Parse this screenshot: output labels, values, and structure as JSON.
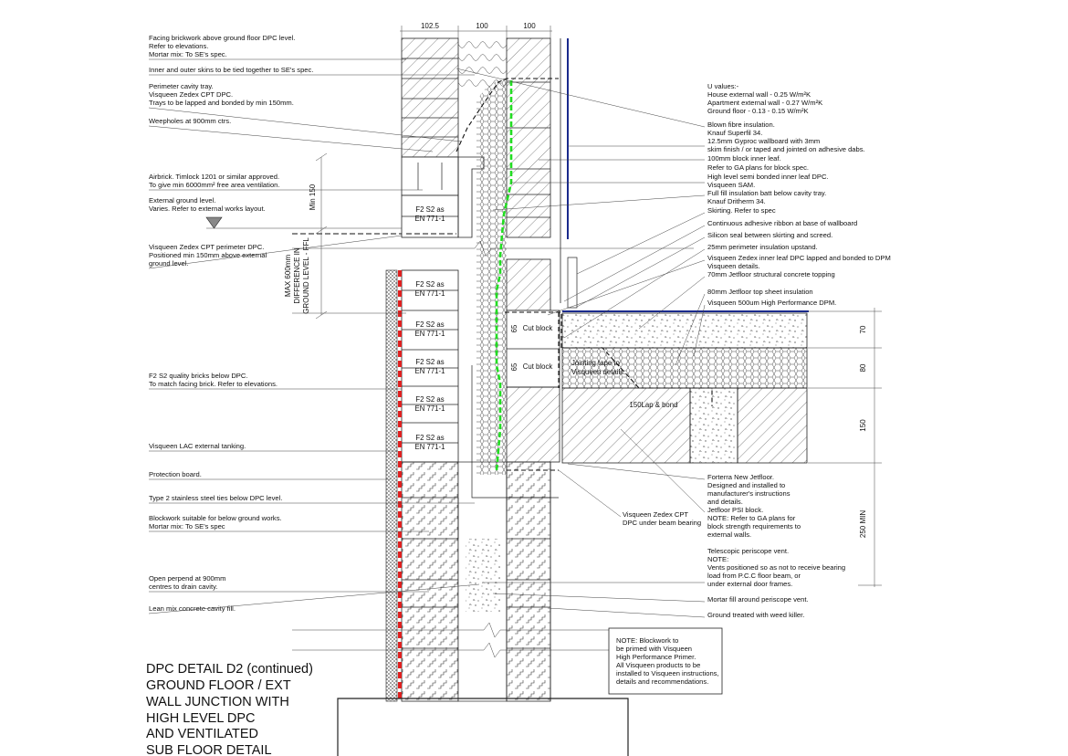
{
  "dimensions": {
    "top": [
      "102.5",
      "100",
      "100"
    ],
    "right": [
      "70",
      "80",
      "150",
      "250 MIN"
    ],
    "min150": "Min 150",
    "max600": [
      "MAX 600mm",
      "DIFFERENCE IN",
      "GROUND LEVEL - FFL"
    ]
  },
  "left_notes": [
    [
      "Facing brickwork above ground floor DPC level.",
      "Refer to elevations.",
      "Mortar mix: To SE's spec."
    ],
    [
      "Inner and outer skins to be tied together to SE's spec."
    ],
    [
      "Perimeter cavity tray.",
      "Visqueen Zedex CPT DPC.",
      "Trays to be lapped and bonded by min 150mm."
    ],
    [
      "Weepholes at 900mm ctrs."
    ],
    [
      "Airbrick. Timlock 1201 or similar approved.",
      "To give min 6000mm² free area ventilation."
    ],
    [
      "External ground level.",
      "Varies. Refer to external works layout."
    ],
    [
      "Visqueen Zedex CPT perimeter DPC.",
      "Positioned min 150mm above external",
      "ground level."
    ],
    [
      "F2 S2 quality bricks below DPC.",
      "To match facing brick. Refer to elevations."
    ],
    [
      "Visqueen LAC external tanking."
    ],
    [
      "Protection board."
    ],
    [
      "Type 2 stainless steel ties below DPC level."
    ],
    [
      "Blockwork suitable for below ground works.",
      "Mortar mix: To SE's spec"
    ],
    [
      "Open perpend at 900mm",
      "centres to drain cavity."
    ],
    [
      "Lean mix concrete cavity fill."
    ]
  ],
  "right_notes": [
    [
      "U values:-",
      "House external wall - 0.25 W/m²K",
      "Apartment external wall - 0.27 W/m²K",
      "Ground floor -  0.13 - 0.15 W/m²K"
    ],
    [
      "Blown fibre insulation.",
      "Knauf Superfil 34."
    ],
    [
      "12.5mm Gyproc wallboard with 3mm",
      "skim finish / or taped and jointed on adhesive dabs."
    ],
    [
      "100mm block inner leaf.",
      "Refer to GA plans for block spec."
    ],
    [
      "High level semi bonded inner leaf DPC.",
      "Visqueen SAM."
    ],
    [
      "Full fill insulation batt below cavity tray.",
      "Knauf Dritherm 34."
    ],
    [
      "Skirting. Refer to spec"
    ],
    [
      "Continuous adhesive ribbon at base of wallboard"
    ],
    [
      "Silicon seal between skirting and screed."
    ],
    [
      "25mm perimeter insulation upstand."
    ],
    [
      "Visqueen Zedex inner leaf DPC lapped and bonded to DPM",
      "Visqueen details."
    ],
    [
      "70mm Jetfloor structural concrete topping"
    ],
    [
      "80mm Jetfloor top sheet insulation"
    ],
    [
      "Visqueen 500um High Performance DPM."
    ],
    [
      "Forterra New Jetfloor.",
      "Designed and installed to",
      "manufacturer's instructions",
      "and details."
    ],
    [
      "Jetfloor PSI block.",
      "NOTE: Refer to GA plans for",
      "block strength requirements to",
      "external walls."
    ],
    [
      "Telescopic periscope vent.",
      "NOTE:",
      "Vents positioned so as not to receive bearing",
      "load from P.C.C floor beam, or",
      "under external door frames."
    ],
    [
      "Mortar fill around periscope vent."
    ],
    [
      "Ground treated with weed killer."
    ]
  ],
  "zedex_label": [
    "Visqueen Zedex CPT",
    "DPC under beam bearing"
  ],
  "jointing_label": [
    "Jointing tape to",
    "Visqueen details."
  ],
  "lap_label": "150Lap & bond",
  "cut_block": "Cut block",
  "cut_dim": "65",
  "brick_label": [
    "F2 S2 as",
    "EN 771-1"
  ],
  "note_box": [
    "NOTE:  Blockwork to",
    "be primed with Visqueen",
    "High Performance Primer.",
    "All Visqueen products to be",
    "installed to Visqueen instructions,",
    "details and recommendations."
  ],
  "title": [
    "DPC DETAIL D2 (continued)",
    "GROUND FLOOR / EXT",
    "WALL JUNCTION WITH",
    "HIGH LEVEL DPC",
    "AND VENTILATED",
    "SUB FLOOR DETAIL"
  ],
  "colors": {
    "dpc_green": "#22dd22",
    "tanking_red": "#e02020",
    "board_blue": "#1a2a8c"
  }
}
